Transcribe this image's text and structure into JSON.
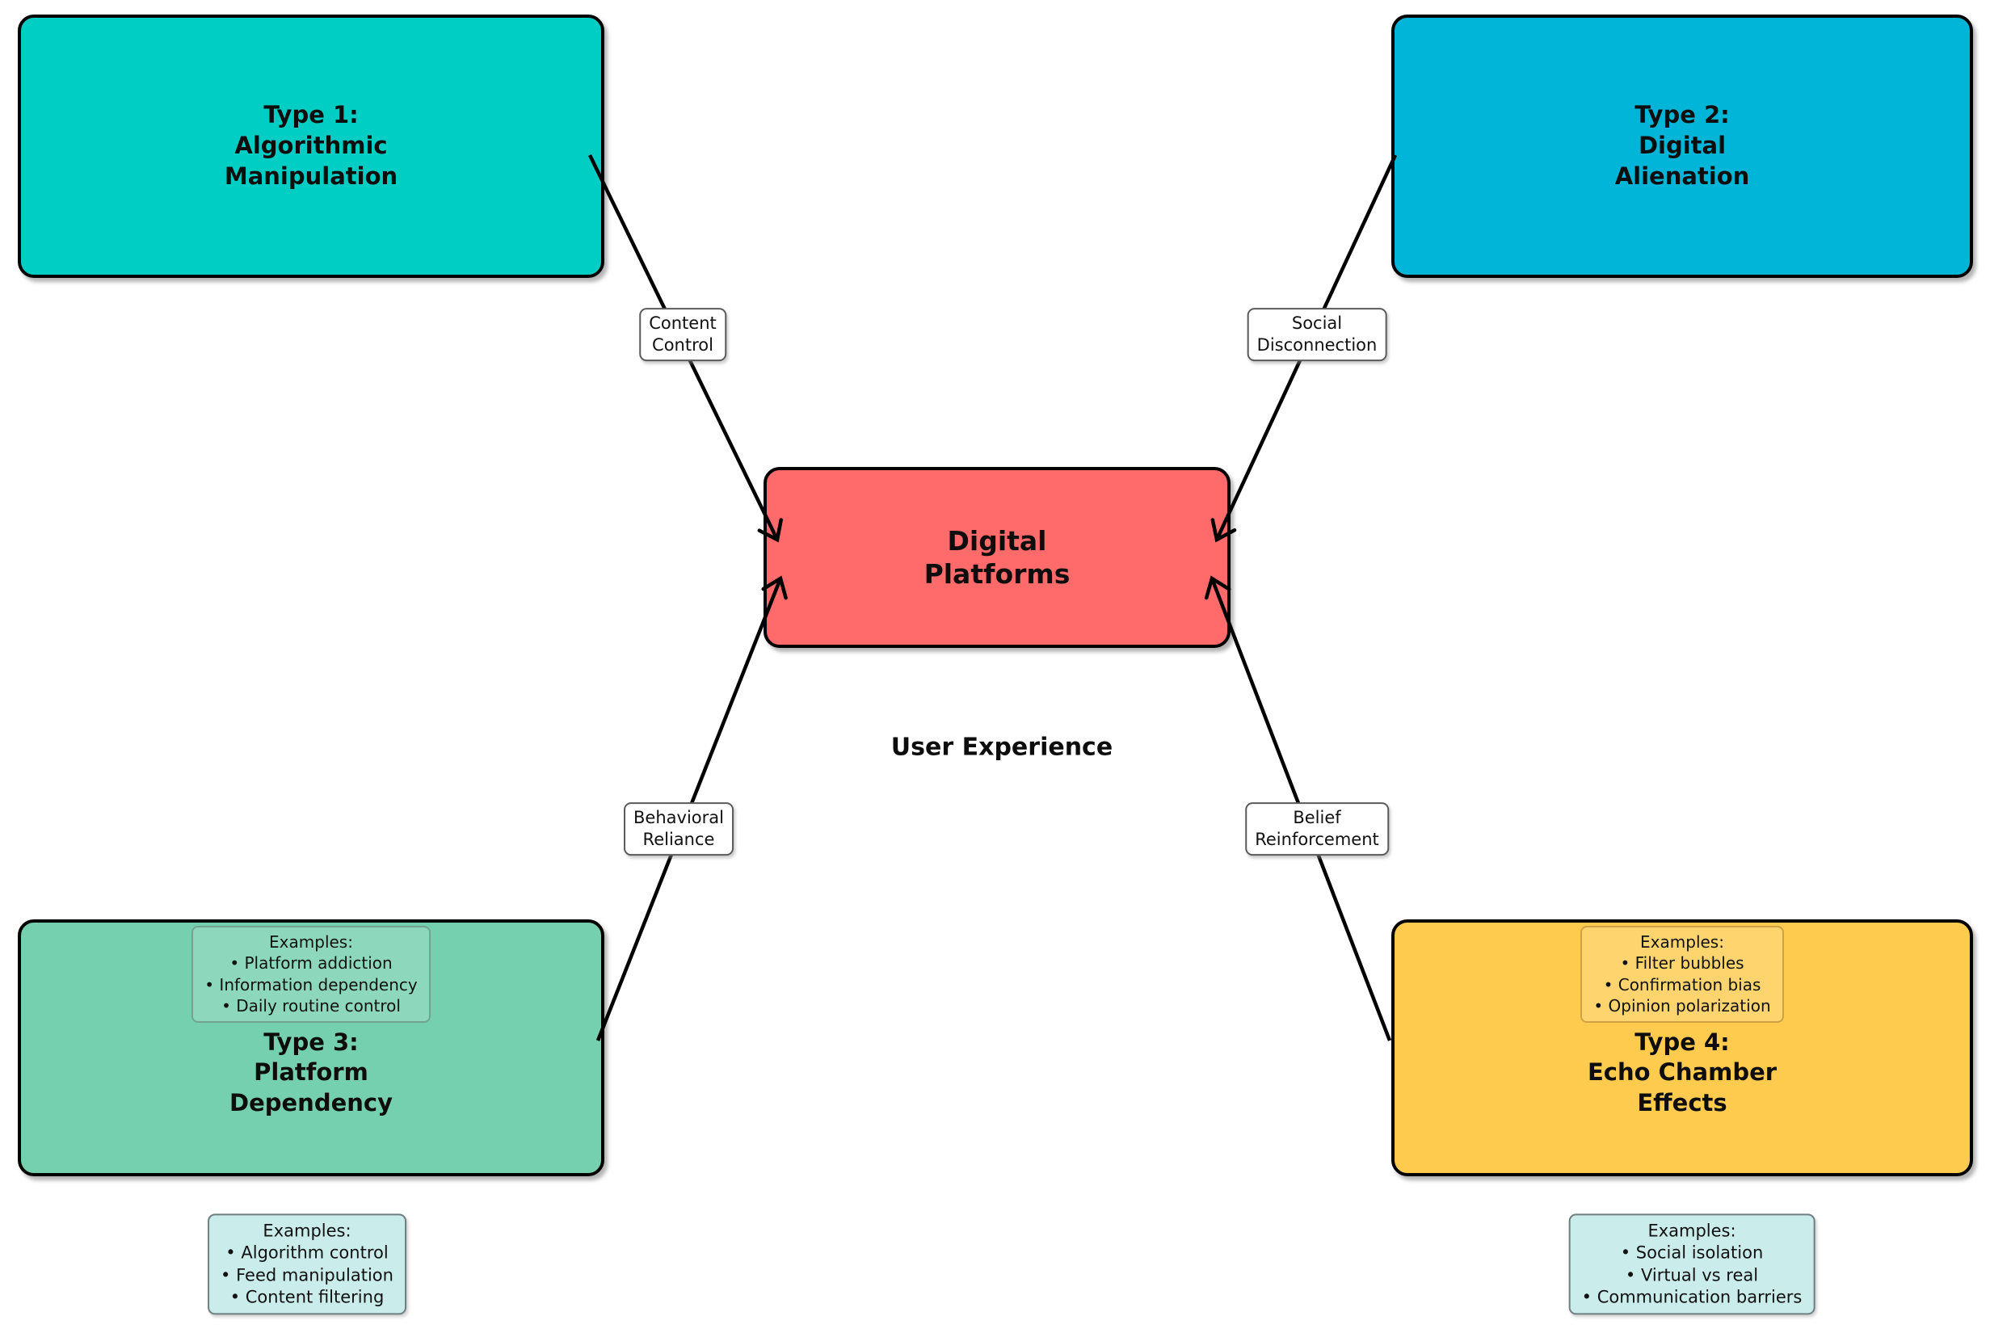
{
  "figure": {
    "background": "#ffffff",
    "caption": "User Experience"
  },
  "center_node": {
    "title": "Digital\nPlatforms",
    "color": "#FF6B6B"
  },
  "type_nodes": [
    {
      "id": "type1",
      "title": "Type 1:\nAlgorithmic\nManipulation",
      "color": "#00CEC4"
    },
    {
      "id": "type2",
      "title": "Type 2:\nDigital\nAlienation",
      "color": "#00B5D8"
    },
    {
      "id": "type3",
      "title": "Type 3:\nPlatform\nDependency",
      "color": "#74D0AE",
      "examples": "Examples:\n• Platform addiction\n• Information dependency\n• Daily routine control"
    },
    {
      "id": "type4",
      "title": "Type 4:\nEcho Chamber\nEffects",
      "color": "#FECB4F",
      "examples": "Examples:\n• Filter bubbles\n• Confirmation bias\n• Opinion polarization"
    }
  ],
  "edge_labels": [
    {
      "id": "content-control",
      "text": "Content\nControl"
    },
    {
      "id": "social-disconnection",
      "text": "Social\nDisconnection"
    },
    {
      "id": "behavioral-reliance",
      "text": "Behavioral\nReliance"
    },
    {
      "id": "belief-reinforcement",
      "text": "Belief\nReinforcement"
    }
  ],
  "floating_example_boxes": [
    {
      "id": "examples-bottom-left",
      "color": "#CAECEB",
      "text": "Examples:\n• Algorithm control\n• Feed manipulation\n• Content filtering"
    },
    {
      "id": "examples-bottom-right",
      "color": "#CAECEB",
      "text": "Examples:\n• Social isolation\n• Virtual vs real\n• Communication barriers"
    }
  ]
}
